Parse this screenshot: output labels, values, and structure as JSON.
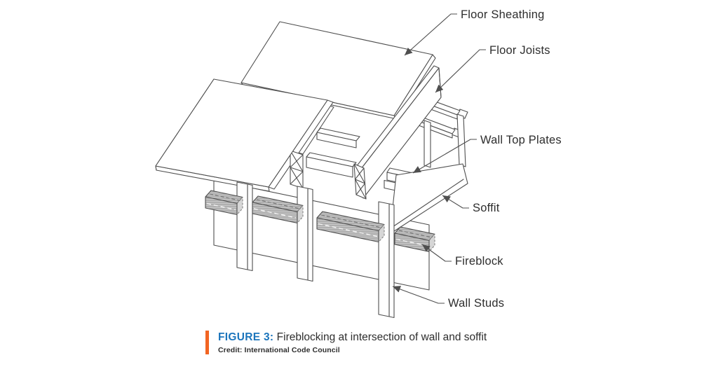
{
  "figure": {
    "labels": {
      "floor_sheathing": "Floor Sheathing",
      "floor_joists": "Floor Joists",
      "wall_top_plates": "Wall Top Plates",
      "soffit": "Soffit",
      "fireblock": "Fireblock",
      "wall_studs": "Wall Studs"
    }
  },
  "caption": {
    "label": "FIGURE 3:",
    "title": "Fireblocking at intersection of wall and soffit",
    "credit": "Credit: International Code Council"
  },
  "colors": {
    "accent_orange": "#F26522",
    "figure_label_blue": "#1C75BC",
    "line_gray": "#4f4f4f",
    "fireblock_gray": "#c7c7c7",
    "text_dark": "#2e2e2e"
  }
}
